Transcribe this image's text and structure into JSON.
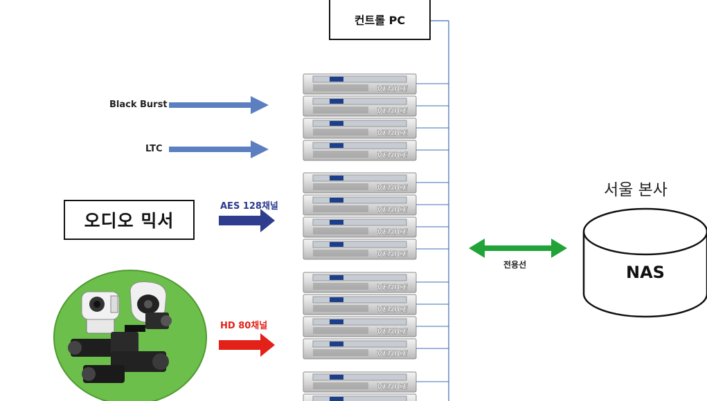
{
  "control_pc": {
    "label": "컨트롤 PC"
  },
  "inputs": {
    "black_burst": "Black Burst",
    "ltc": "LTC",
    "aes": "AES 128채널",
    "hd": "HD 80채널"
  },
  "audio_mixer": {
    "label": "오디오 믹서"
  },
  "servers": {
    "brand": "VENICE",
    "group_sizes": [
      4,
      4,
      4,
      2
    ]
  },
  "link": {
    "label": "전용선"
  },
  "nas": {
    "title": "서울 본사",
    "label": "NAS"
  },
  "colors": {
    "blue_arrow": "#5b7fc0",
    "navy_arrow": "#2f3d8f",
    "red_arrow": "#e32119",
    "green_arrow": "#21a33a",
    "camera_bg": "#6dbf4b",
    "line": "#3b6db3",
    "aes_text": "#2b3a8c",
    "hd_text": "#e32119"
  }
}
